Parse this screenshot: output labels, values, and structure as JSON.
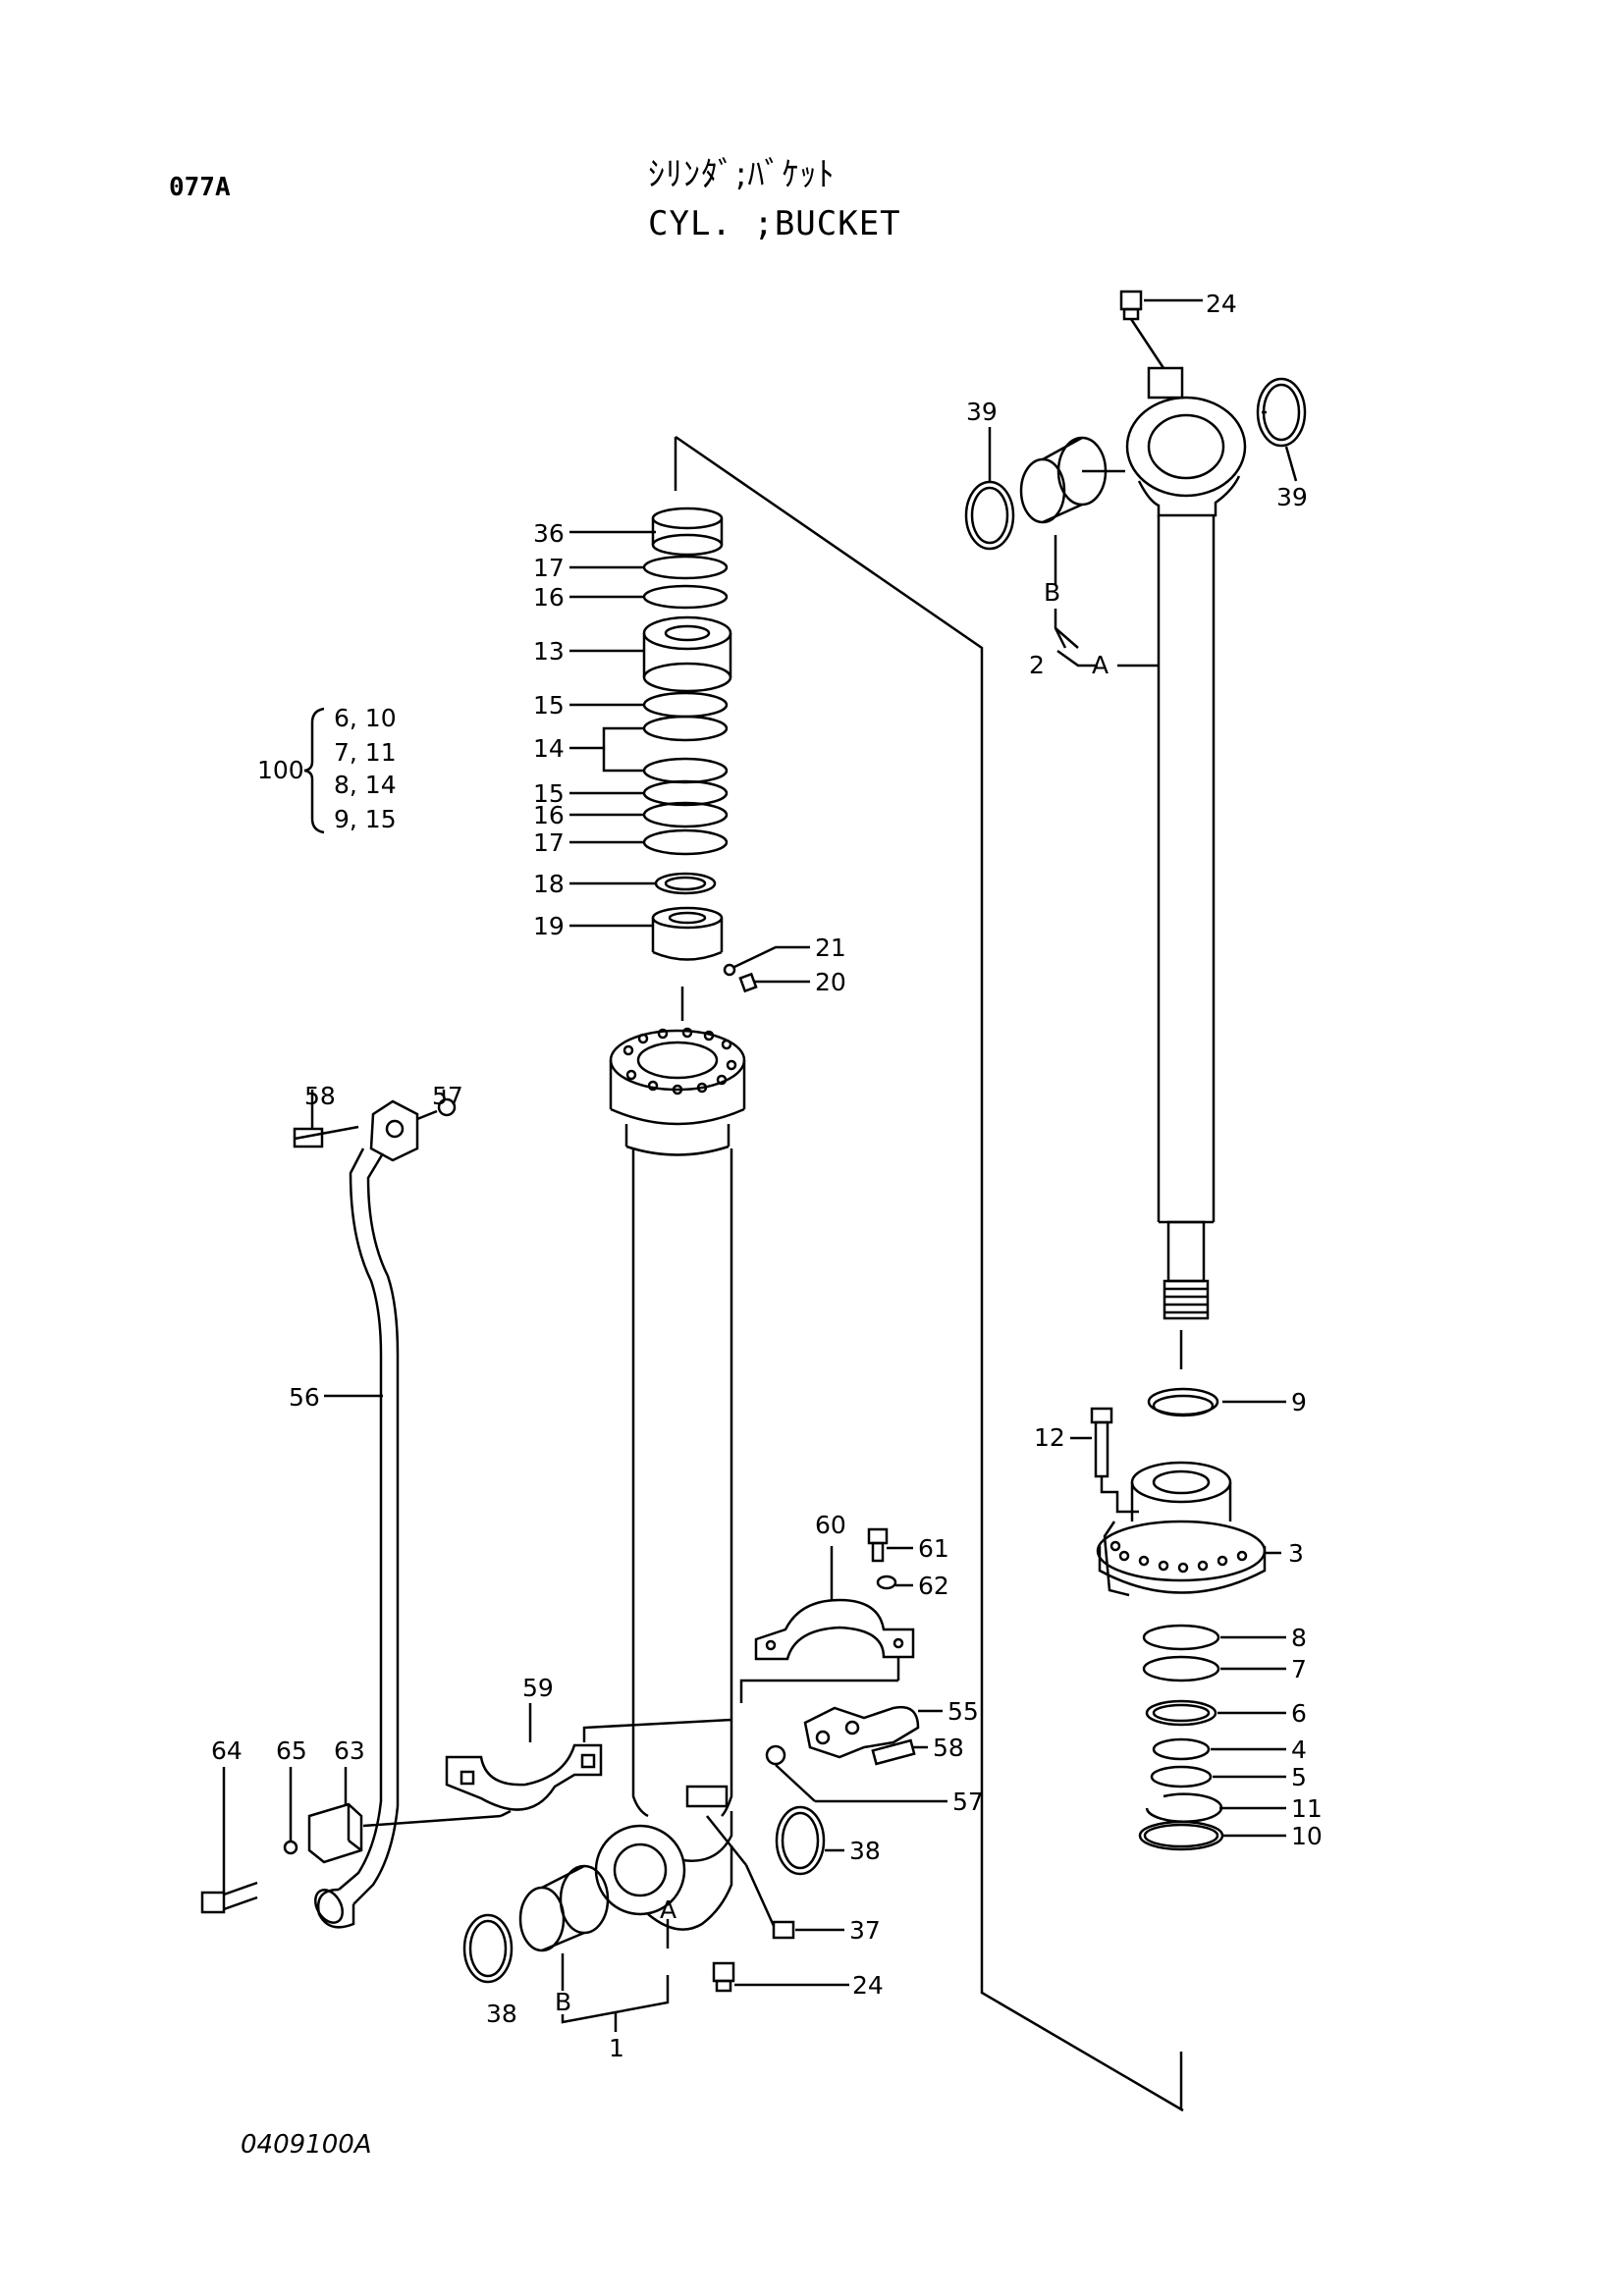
{
  "page_code": "077A",
  "title_jp": "ｼﾘﾝﾀﾞ;ﾊﾞｹｯﾄ",
  "title_en": "CYL. ;BUCKET",
  "drawing_number": "0409100A",
  "kit": {
    "number": "100",
    "rows": [
      "6, 10",
      "7, 11",
      "8, 14",
      "9, 15"
    ]
  },
  "labels": {
    "p1": "1",
    "p2": "2",
    "p3": "3",
    "p4": "4",
    "p5": "5",
    "p6": "6",
    "p7": "7",
    "p8": "8",
    "p9": "9",
    "p10": "10",
    "p11": "11",
    "p12": "12",
    "p13": "13",
    "p14": "14",
    "p15a": "15",
    "p15b": "15",
    "p16a": "16",
    "p16b": "16",
    "p17a": "17",
    "p17b": "17",
    "p18": "18",
    "p19": "19",
    "p20": "20",
    "p21": "21",
    "p24a": "24",
    "p24b": "24",
    "p36": "36",
    "p37": "37",
    "p38a": "38",
    "p38b": "38",
    "p39a": "39",
    "p39b": "39",
    "p55": "55",
    "p56": "56",
    "p57a": "57",
    "p57b": "57",
    "p58a": "58",
    "p58b": "58",
    "p59": "59",
    "p60": "60",
    "p61": "61",
    "p62": "62",
    "p63": "63",
    "p64": "64",
    "p65": "65",
    "A_rod": "A",
    "B_rod": "B",
    "A_tube": "A",
    "B_tube": "B"
  }
}
